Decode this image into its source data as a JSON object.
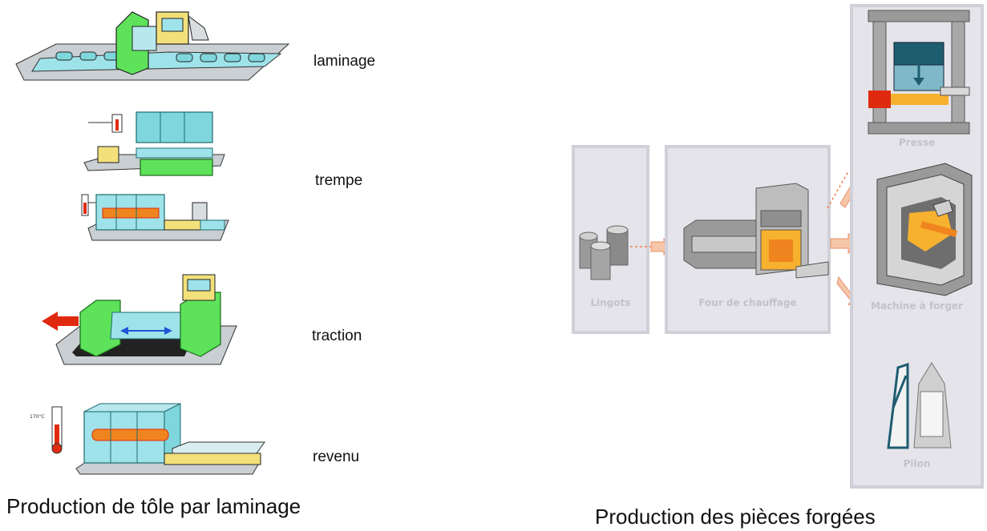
{
  "left": {
    "steps": [
      {
        "label": "laminage",
        "icon": "rolling-mill-icon"
      },
      {
        "label": "trempe",
        "icon": "quench-furnace-icon"
      },
      {
        "label": "traction",
        "icon": "stretcher-icon"
      },
      {
        "label": "revenu",
        "icon": "tempering-furnace-icon"
      }
    ],
    "thermometer_label": "170°C",
    "caption": "Production de tôle par laminage"
  },
  "right": {
    "ingots_label": "Lingots",
    "furnace_label": "Four de chauffage",
    "press_label": "Presse",
    "forging_machine_label": "Machine à forger",
    "hammer_label": "Pilon",
    "caption": "Production des pièces forgées"
  },
  "colors": {
    "green": "#5de25a",
    "cyan": "#7fd6dc",
    "yellow": "#f2e07a",
    "orange": "#f0841e",
    "red": "#e02a10",
    "panel": "#e4e4ea",
    "arrow": "#f3b28c"
  }
}
